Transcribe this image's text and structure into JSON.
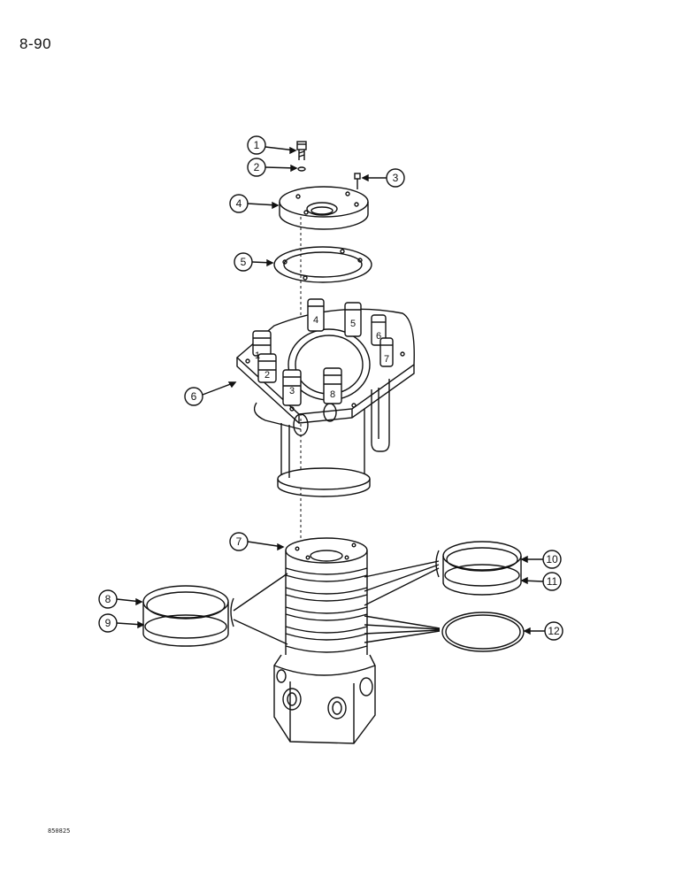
{
  "page": {
    "number": "8-90",
    "figure_code": "850825"
  },
  "callouts": [
    {
      "id": "callout-1",
      "label": "1"
    },
    {
      "id": "callout-2",
      "label": "2"
    },
    {
      "id": "callout-3",
      "label": "3"
    },
    {
      "id": "callout-4",
      "label": "4"
    },
    {
      "id": "callout-5",
      "label": "5"
    },
    {
      "id": "callout-6",
      "label": "6"
    },
    {
      "id": "callout-7",
      "label": "7"
    },
    {
      "id": "callout-8",
      "label": "8"
    },
    {
      "id": "callout-9",
      "label": "9"
    },
    {
      "id": "callout-10",
      "label": "10"
    },
    {
      "id": "callout-11",
      "label": "11"
    },
    {
      "id": "callout-12",
      "label": "12"
    }
  ],
  "port_labels": [
    "1",
    "2",
    "3",
    "4",
    "5",
    "6",
    "7",
    "8"
  ]
}
